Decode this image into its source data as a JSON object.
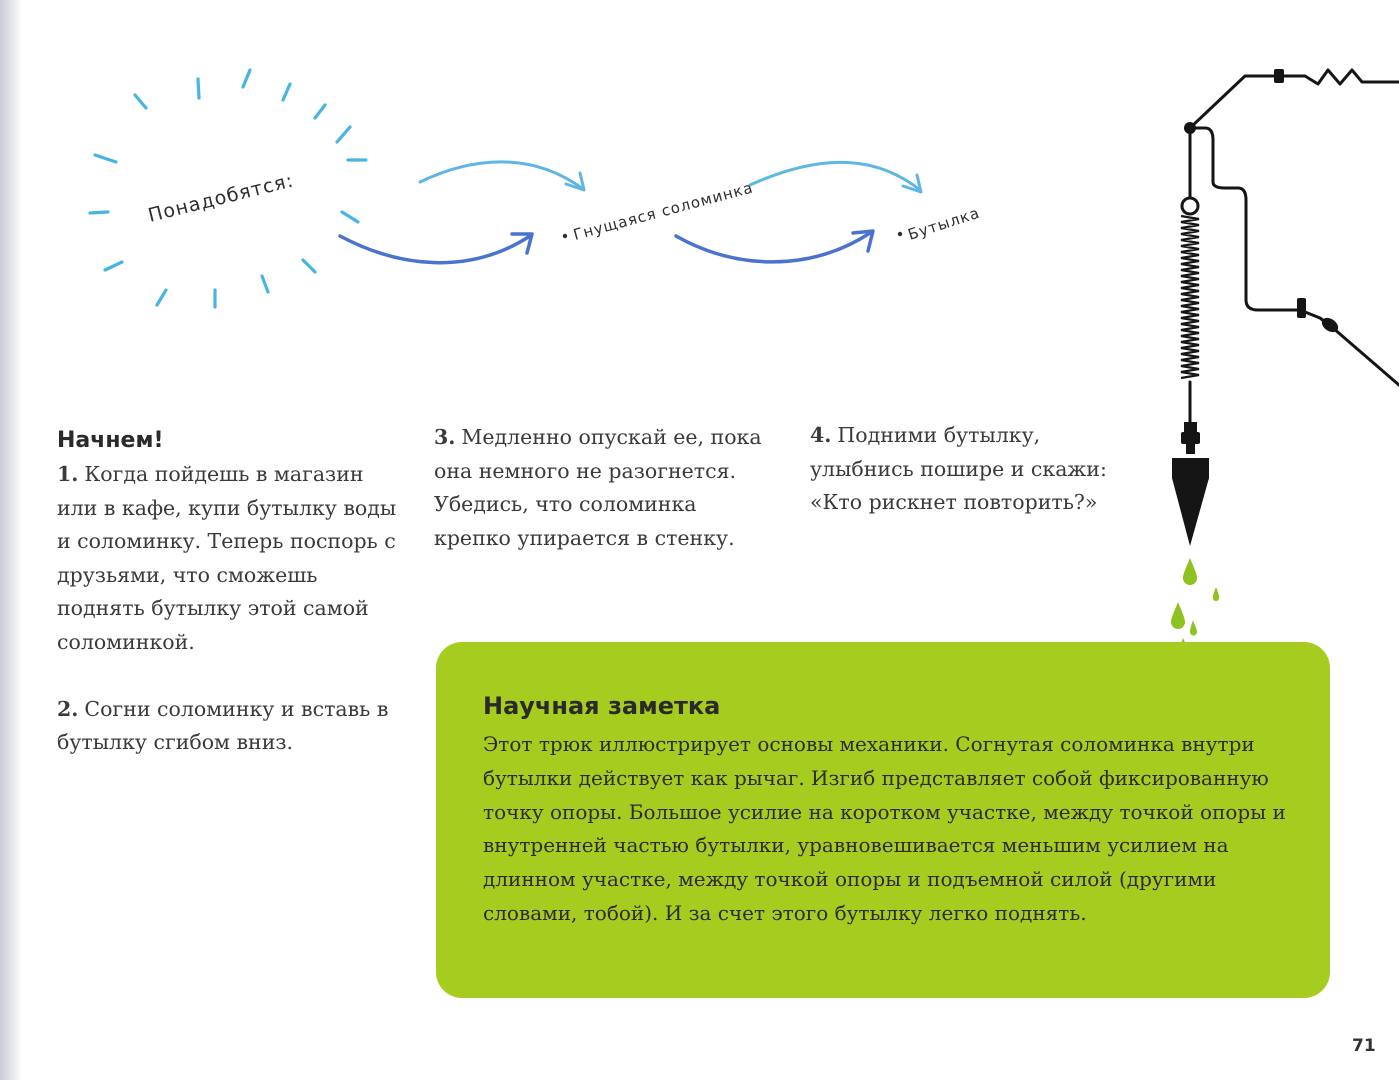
{
  "needs": {
    "label": "Понадобятся:",
    "items": [
      "Гнущаяся соломинка",
      "Бутылка"
    ]
  },
  "intro": {
    "heading": "Начнем!"
  },
  "steps": [
    {
      "num": "1.",
      "text": "Когда пойдешь в магазин или в кафе, купи бутылку воды и соломинку. Теперь поспорь с друзьями, что сможешь поднять бутылку этой самой соломинкой."
    },
    {
      "num": "2.",
      "text": "Согни соломинку и вставь в бутылку сгибом вниз."
    },
    {
      "num": "3.",
      "text": "Медленно опускай ее, пока она немного не разогнется. Убедись, что соломинка крепко упирается в стенку."
    },
    {
      "num": "4.",
      "text": "Подними бутылку, улыбнись пошире и скажи: «Кто рискнет повторить?»"
    }
  ],
  "science_note": {
    "title": "Научная заметка",
    "text": "Этот трюк иллюстрирует основы механики. Согнутая соломинка внутри бутылки действует как рычаг. Изгиб представляет собой фиксированную точку опоры. Большое усилие на коротком участке, между точкой опоры и внутренней частью бутылки, уравновешивается меньшим усилием на длинном участке, между точкой опоры и подъемной силой (другими словами, тобой). И за счет этого бутылку легко поднять."
  },
  "page_number": "71",
  "colors": {
    "note_background": "#a6cc1f",
    "arrow_dark": "#4a72cf",
    "arrow_light": "#5fb6e2",
    "sun_rays": "#49b3e3",
    "drops": "#8ec21f"
  }
}
